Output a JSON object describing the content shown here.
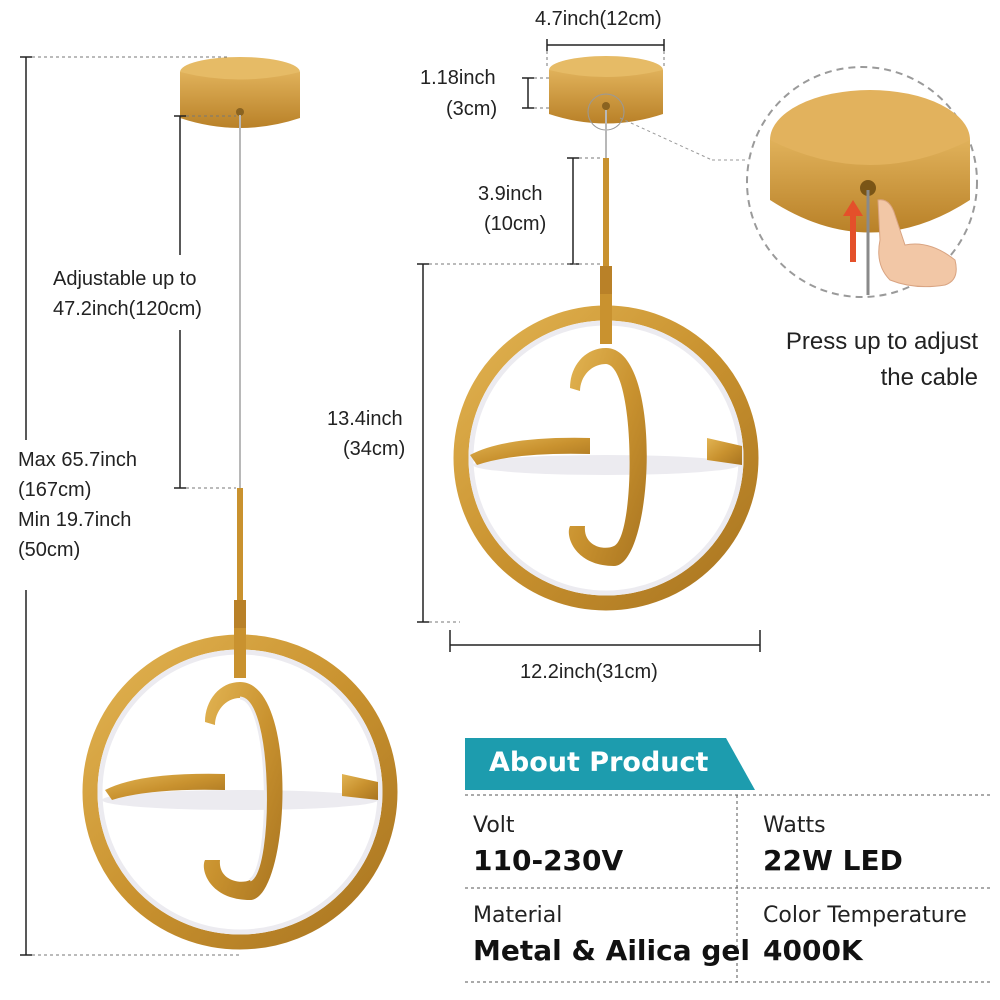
{
  "dimensions": {
    "ceiling_width": "4.7inch(12cm)",
    "canopy_height_in": "1.18inch",
    "canopy_height_cm": "(3cm)",
    "rod_length_in": "3.9inch",
    "rod_length_cm": "(10cm)",
    "adjustable_line1": "Adjustable up to",
    "adjustable_line2": "47.2inch(120cm)",
    "fixture_height_in": "13.4inch",
    "fixture_height_cm": "(34cm)",
    "fixture_width": "12.2inch(31cm)",
    "max_line1": "Max 65.7inch",
    "max_line2": "(167cm)",
    "min_line1": "Min 19.7inch",
    "min_line2": "(50cm)"
  },
  "callout": {
    "line1": "Press up to adjust",
    "line2": "the cable"
  },
  "about": {
    "title": "About Product",
    "specs": [
      {
        "label": "Volt",
        "value": "110-230V"
      },
      {
        "label": "Watts",
        "value": "22W LED"
      },
      {
        "label": "Material",
        "value": "Metal & Ailica gel"
      },
      {
        "label": "Color Temperature",
        "value": "4000K"
      }
    ]
  },
  "colors": {
    "gold": "#c9922f",
    "banner": "#1d9cae",
    "diffuser": "#ecebf0",
    "arrow": "#e4502a"
  }
}
